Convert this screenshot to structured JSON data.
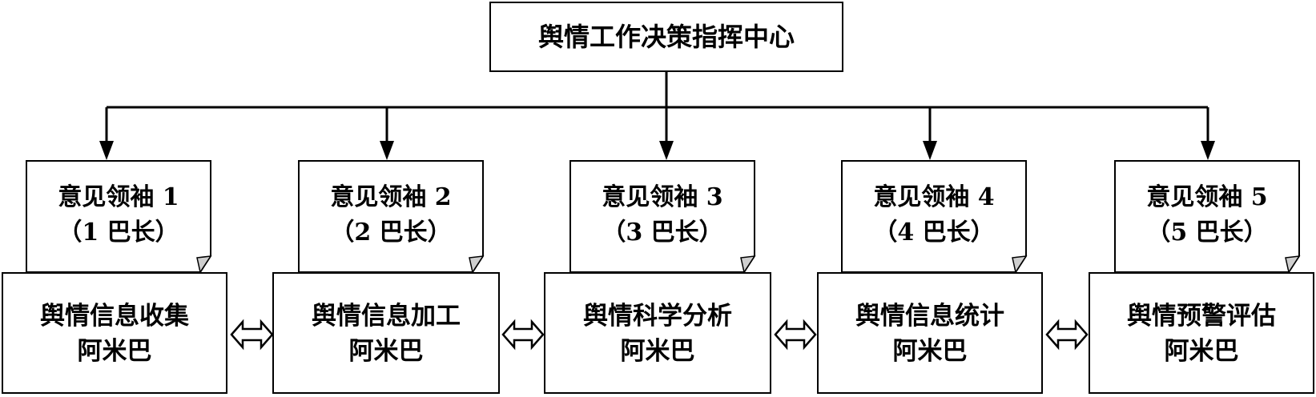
{
  "command_center": {
    "label": "舆情工作决策指挥中心"
  },
  "leaders": [
    {
      "title": "意见领袖 1",
      "subtitle": "（1 巴长）"
    },
    {
      "title": "意见领袖 2",
      "subtitle": "（2 巴长）"
    },
    {
      "title": "意见领袖 3",
      "subtitle": "（3 巴长）"
    },
    {
      "title": "意见领袖 4",
      "subtitle": "（4 巴长）"
    },
    {
      "title": "意见领袖 5",
      "subtitle": "（5 巴长）"
    }
  ],
  "units": [
    {
      "name": "舆情信息收集",
      "type": "阿米巴"
    },
    {
      "name": "舆情信息加工",
      "type": "阿米巴"
    },
    {
      "name": "舆情科学分析",
      "type": "阿米巴"
    },
    {
      "name": "舆情信息统计",
      "type": "阿米巴"
    },
    {
      "name": "舆情预警评估",
      "type": "阿米巴"
    }
  ],
  "colors": {
    "line": "#000000",
    "fold": "#cfcfcf",
    "background": "#ffffff"
  }
}
